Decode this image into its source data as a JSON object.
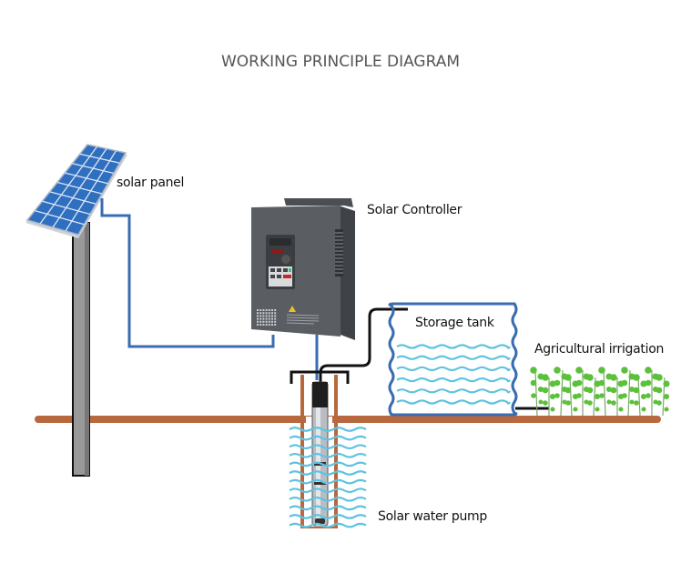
{
  "title": "WORKING PRINCIPLE DIAGRAM",
  "labels": {
    "solar_panel": "solar panel",
    "solar_controller": "Solar Controller",
    "storage_tank": "Storage tank",
    "agricultural_irrigation": "Agricultural irrigation",
    "solar_water_pump": "Solar water pump"
  },
  "colors": {
    "ground": "#b8683e",
    "wire": "#3a6cb0",
    "pipe": "#111111",
    "water": "#5ec3e0",
    "tank_outline": "#3a6cb0",
    "panel_cell": "#2f6fc0",
    "controller_body": "#5a5e63",
    "plant": "#5cc13a",
    "pole": "#999999"
  },
  "components": [
    {
      "name": "solar panel",
      "icon": "solar-panel-icon"
    },
    {
      "name": "Solar Controller",
      "icon": "inverter-icon"
    },
    {
      "name": "Storage tank",
      "icon": "water-tank-icon"
    },
    {
      "name": "Agricultural irrigation",
      "icon": "plants-icon"
    },
    {
      "name": "Solar water pump",
      "icon": "submersible-pump-icon"
    }
  ]
}
